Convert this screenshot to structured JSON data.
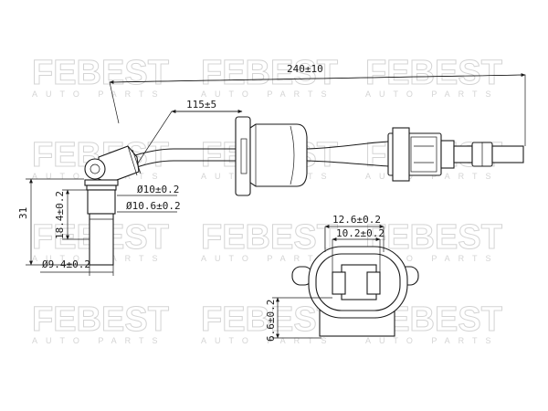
{
  "watermark": {
    "brand": "FEBEST",
    "subtitle": "AUTO PARTS"
  },
  "dimensions": {
    "overall_length": "240±10",
    "boot_length": "115±5",
    "diameter_inner": "Ø10±0.2",
    "diameter_outer": "Ø10.6±0.2",
    "sensor_height": "18.4±0.2",
    "total_height": "31",
    "tip_diameter": "Ø9.4±0.2",
    "connector_outer_width": "12.6±0.2",
    "connector_inner_width": "10.2±0.2",
    "connector_height": "6.6±0.2"
  },
  "colors": {
    "line": "#1a1a1a",
    "watermark": "#d4d4d4"
  }
}
